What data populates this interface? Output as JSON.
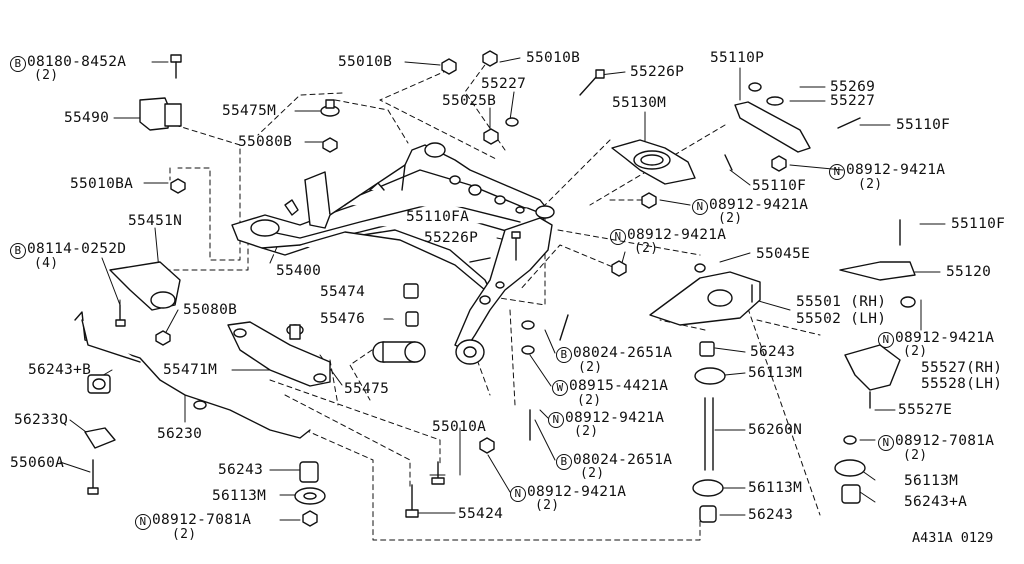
{
  "callouts": {
    "p08180_8452A": {
      "prefix": "B",
      "text": "08180-8452A",
      "qty": "(2)"
    },
    "p55490": {
      "text": "55490"
    },
    "p55475M": {
      "text": "55475M"
    },
    "p55080B_top": {
      "text": "55080B"
    },
    "p55010BA": {
      "text": "55010BA"
    },
    "p55451N": {
      "text": "55451N"
    },
    "p08114_0252D": {
      "prefix": "B",
      "text": "08114-0252D",
      "qty": "(4)"
    },
    "p55400": {
      "text": "55400"
    },
    "p55080B_left": {
      "text": "55080B"
    },
    "p56243B": {
      "text": "56243+B"
    },
    "p56233Q": {
      "text": "56233Q"
    },
    "p55060A": {
      "text": "55060A"
    },
    "p56230": {
      "text": "56230"
    },
    "p55471M": {
      "text": "55471M"
    },
    "p56243_left": {
      "text": "56243"
    },
    "p56113M_left": {
      "text": "56113M"
    },
    "p08912_7081A_left": {
      "prefix": "N",
      "text": "08912-7081A",
      "qty": "(2)"
    },
    "p55010B_a": {
      "text": "55010B"
    },
    "p55010B_b": {
      "text": "55010B"
    },
    "p55227_top": {
      "text": "55227"
    },
    "p55025B": {
      "text": "55025B"
    },
    "p55226P_top": {
      "text": "55226P"
    },
    "p55110FA": {
      "text": "55110FA"
    },
    "p55226P_mid": {
      "text": "55226P"
    },
    "p55474": {
      "text": "55474"
    },
    "p55476": {
      "text": "55476"
    },
    "p55475": {
      "text": "55475"
    },
    "p55010A": {
      "text": "55010A"
    },
    "p55424": {
      "text": "55424"
    },
    "p55130M": {
      "text": "55130M"
    },
    "p55110P": {
      "text": "55110P"
    },
    "p55269": {
      "text": "55269"
    },
    "p55227_right": {
      "text": "55227"
    },
    "p55110F_top": {
      "text": "55110F"
    },
    "p08912_9421A_a": {
      "prefix": "N",
      "text": "08912-9421A",
      "qty": "(2)"
    },
    "p55110F_mid": {
      "text": "55110F"
    },
    "p08912_9421A_b": {
      "prefix": "N",
      "text": "08912-9421A",
      "qty": "(2)"
    },
    "p08912_9421A_c": {
      "prefix": "N",
      "text": "08912-9421A",
      "qty": "(2)"
    },
    "p55045E": {
      "text": "55045E"
    },
    "p55110F_right": {
      "text": "55110F"
    },
    "p55120": {
      "text": "55120"
    },
    "p55501": {
      "text": "55501 (RH)"
    },
    "p55502": {
      "text": "55502 (LH)"
    },
    "p08912_9421A_d": {
      "prefix": "N",
      "text": "08912-9421A",
      "qty": "(2)"
    },
    "p08024_2651A_a": {
      "prefix": "B",
      "text": "08024-2651A",
      "qty": "(2)"
    },
    "p56243_mid": {
      "text": "56243"
    },
    "p08915_4421A": {
      "prefix": "W",
      "text": "08915-4421A",
      "qty": "(2)"
    },
    "p56113M_mid": {
      "text": "56113M"
    },
    "p08912_9421A_e": {
      "prefix": "N",
      "text": "08912-9421A",
      "qty": "(2)"
    },
    "p08024_2651A_b": {
      "prefix": "B",
      "text": "08024-2651A",
      "qty": "(2)"
    },
    "p56260N": {
      "text": "56260N"
    },
    "p08912_9421A_f": {
      "prefix": "N",
      "text": "08912-9421A",
      "qty": "(2)"
    },
    "p56113M_low": {
      "text": "56113M"
    },
    "p56243_low": {
      "text": "56243"
    },
    "p55527RH": {
      "text": "55527(RH)"
    },
    "p55528LH": {
      "text": "55528(LH)"
    },
    "p55527E": {
      "text": "55527E"
    },
    "p08912_7081A_right": {
      "prefix": "N",
      "text": "08912-7081A",
      "qty": "(2)"
    },
    "p56113M_right": {
      "text": "56113M"
    },
    "p56243A": {
      "text": "56243+A"
    }
  },
  "reference": "A431A 0129"
}
